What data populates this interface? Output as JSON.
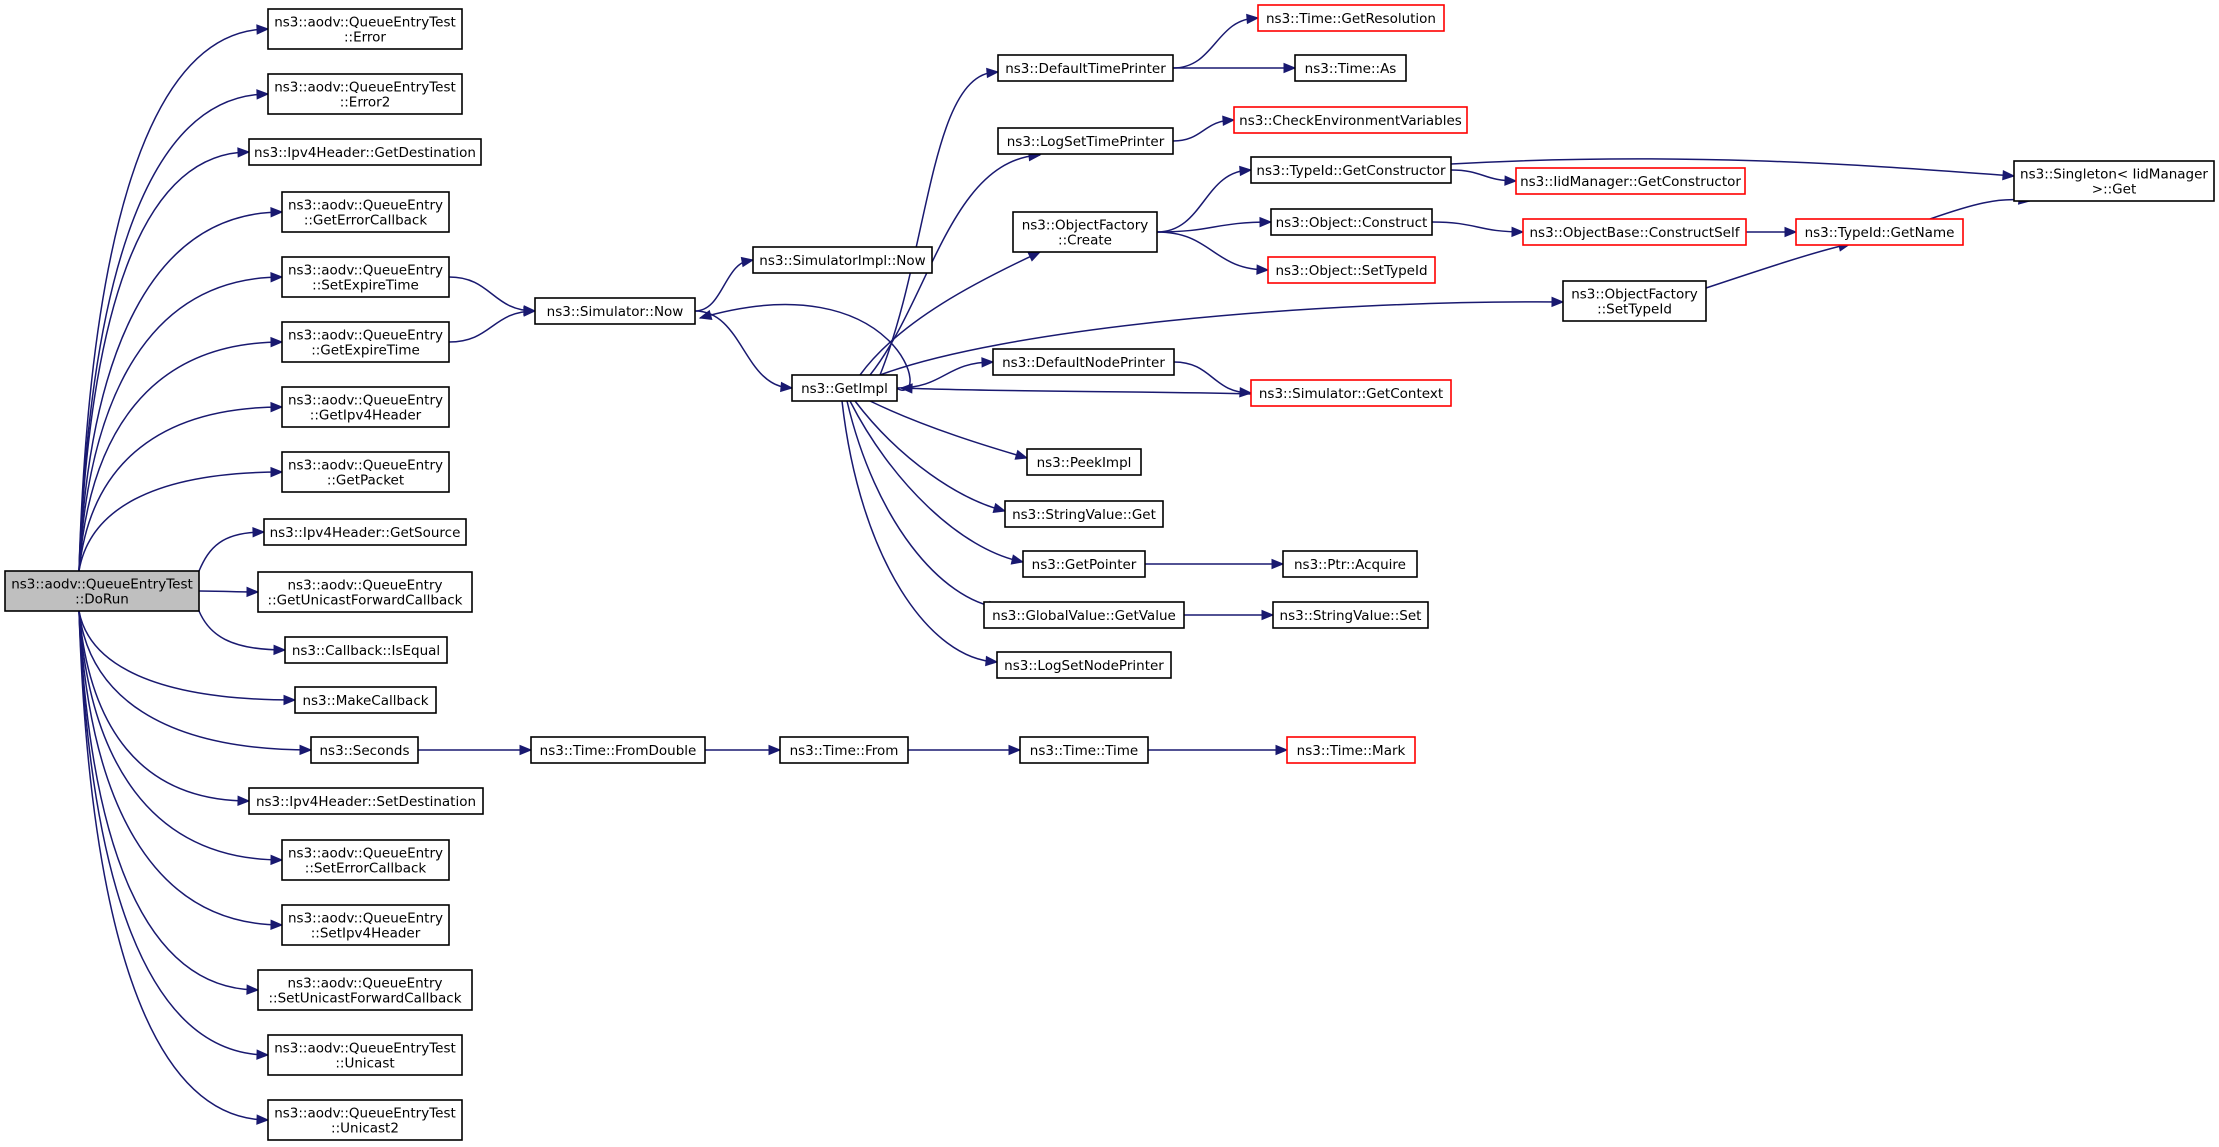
{
  "graph": {
    "edge_color": "#191970",
    "truncated_color": "#ff0000",
    "root_fill": "#bfbfbf",
    "nodes": [
      {
        "id": "dorun",
        "lines": [
          "ns3::aodv::QueueEntryTest",
          "::DoRun"
        ],
        "root": true
      },
      {
        "id": "error",
        "lines": [
          "ns3::aodv::QueueEntryTest",
          "::Error"
        ]
      },
      {
        "id": "error2",
        "lines": [
          "ns3::aodv::QueueEntryTest",
          "::Error2"
        ]
      },
      {
        "id": "ipv4getdest",
        "lines": [
          "ns3::Ipv4Header::GetDestination"
        ]
      },
      {
        "id": "geterrcb",
        "lines": [
          "ns3::aodv::QueueEntry",
          "::GetErrorCallback"
        ]
      },
      {
        "id": "setexpire",
        "lines": [
          "ns3::aodv::QueueEntry",
          "::SetExpireTime"
        ]
      },
      {
        "id": "getexpire",
        "lines": [
          "ns3::aodv::QueueEntry",
          "::GetExpireTime"
        ]
      },
      {
        "id": "getipv4hdr",
        "lines": [
          "ns3::aodv::QueueEntry",
          "::GetIpv4Header"
        ]
      },
      {
        "id": "getpacket",
        "lines": [
          "ns3::aodv::QueueEntry",
          "::GetPacket"
        ]
      },
      {
        "id": "ipv4getsrc",
        "lines": [
          "ns3::Ipv4Header::GetSource"
        ]
      },
      {
        "id": "getucb",
        "lines": [
          "ns3::aodv::QueueEntry",
          "::GetUnicastForwardCallback"
        ]
      },
      {
        "id": "isequal",
        "lines": [
          "ns3::Callback::IsEqual"
        ]
      },
      {
        "id": "makecb",
        "lines": [
          "ns3::MakeCallback"
        ]
      },
      {
        "id": "seconds",
        "lines": [
          "ns3::Seconds"
        ]
      },
      {
        "id": "ipv4setdest",
        "lines": [
          "ns3::Ipv4Header::SetDestination"
        ]
      },
      {
        "id": "seterrcb",
        "lines": [
          "ns3::aodv::QueueEntry",
          "::SetErrorCallback"
        ]
      },
      {
        "id": "setipv4hdr",
        "lines": [
          "ns3::aodv::QueueEntry",
          "::SetIpv4Header"
        ]
      },
      {
        "id": "setucb",
        "lines": [
          "ns3::aodv::QueueEntry",
          "::SetUnicastForwardCallback"
        ]
      },
      {
        "id": "unicast",
        "lines": [
          "ns3::aodv::QueueEntryTest",
          "::Unicast"
        ]
      },
      {
        "id": "unicast2",
        "lines": [
          "ns3::aodv::QueueEntryTest",
          "::Unicast2"
        ]
      },
      {
        "id": "simnow",
        "lines": [
          "ns3::Simulator::Now"
        ]
      },
      {
        "id": "simimplnow",
        "lines": [
          "ns3::SimulatorImpl::Now"
        ]
      },
      {
        "id": "getimpl",
        "lines": [
          "ns3::GetImpl"
        ]
      },
      {
        "id": "deftimeprinter",
        "lines": [
          "ns3::DefaultTimePrinter"
        ]
      },
      {
        "id": "logsettimeprinter",
        "lines": [
          "ns3::LogSetTimePrinter"
        ]
      },
      {
        "id": "objfactcreate",
        "lines": [
          "ns3::ObjectFactory",
          "::Create"
        ]
      },
      {
        "id": "defnodeprinter",
        "lines": [
          "ns3::DefaultNodePrinter"
        ]
      },
      {
        "id": "peekimpl",
        "lines": [
          "ns3::PeekImpl"
        ]
      },
      {
        "id": "strvalget",
        "lines": [
          "ns3::StringValue::Get"
        ]
      },
      {
        "id": "getpointer",
        "lines": [
          "ns3::GetPointer"
        ]
      },
      {
        "id": "gvgetvalue",
        "lines": [
          "ns3::GlobalValue::GetValue"
        ]
      },
      {
        "id": "logsetnodeprinter",
        "lines": [
          "ns3::LogSetNodePrinter"
        ]
      },
      {
        "id": "timegetres",
        "lines": [
          "ns3::Time::GetResolution"
        ],
        "truncated": true
      },
      {
        "id": "timeas",
        "lines": [
          "ns3::Time::As"
        ]
      },
      {
        "id": "checkenv",
        "lines": [
          "ns3::CheckEnvironmentVariables"
        ],
        "truncated": true
      },
      {
        "id": "typeidgetctor",
        "lines": [
          "ns3::TypeId::GetConstructor"
        ]
      },
      {
        "id": "objconstruct",
        "lines": [
          "ns3::Object::Construct"
        ]
      },
      {
        "id": "objsettypeid",
        "lines": [
          "ns3::Object::SetTypeId"
        ],
        "truncated": true
      },
      {
        "id": "objfactsettypeid",
        "lines": [
          "ns3::ObjectFactory",
          "::SetTypeId"
        ]
      },
      {
        "id": "simgetctx",
        "lines": [
          "ns3::Simulator::GetContext"
        ],
        "truncated": true
      },
      {
        "id": "ptracquire",
        "lines": [
          "ns3::Ptr::Acquire"
        ]
      },
      {
        "id": "strvalset",
        "lines": [
          "ns3::StringValue::Set"
        ]
      },
      {
        "id": "iidgetctor",
        "lines": [
          "ns3::IidManager::GetConstructor"
        ],
        "truncated": true
      },
      {
        "id": "objbaseconstructself",
        "lines": [
          "ns3::ObjectBase::ConstructSelf"
        ],
        "truncated": true
      },
      {
        "id": "typeidgetname",
        "lines": [
          "ns3::TypeId::GetName"
        ],
        "truncated": true
      },
      {
        "id": "singletonget",
        "lines": [
          "ns3::Singleton< IidManager",
          " >::Get"
        ]
      },
      {
        "id": "timefromdouble",
        "lines": [
          "ns3::Time::FromDouble"
        ]
      },
      {
        "id": "timefrom",
        "lines": [
          "ns3::Time::From"
        ]
      },
      {
        "id": "timetime",
        "lines": [
          "ns3::Time::Time"
        ]
      },
      {
        "id": "timemark",
        "lines": [
          "ns3::Time::Mark"
        ],
        "truncated": true
      }
    ],
    "edges": [
      [
        "dorun",
        "error"
      ],
      [
        "dorun",
        "error2"
      ],
      [
        "dorun",
        "ipv4getdest"
      ],
      [
        "dorun",
        "geterrcb"
      ],
      [
        "dorun",
        "setexpire"
      ],
      [
        "dorun",
        "getexpire"
      ],
      [
        "dorun",
        "getipv4hdr"
      ],
      [
        "dorun",
        "getpacket"
      ],
      [
        "dorun",
        "ipv4getsrc"
      ],
      [
        "dorun",
        "getucb"
      ],
      [
        "dorun",
        "isequal"
      ],
      [
        "dorun",
        "makecb"
      ],
      [
        "dorun",
        "seconds"
      ],
      [
        "dorun",
        "ipv4setdest"
      ],
      [
        "dorun",
        "seterrcb"
      ],
      [
        "dorun",
        "setipv4hdr"
      ],
      [
        "dorun",
        "setucb"
      ],
      [
        "dorun",
        "unicast"
      ],
      [
        "dorun",
        "unicast2"
      ],
      [
        "setexpire",
        "simnow"
      ],
      [
        "getexpire",
        "simnow"
      ],
      [
        "simnow",
        "simimplnow"
      ],
      [
        "simnow",
        "getimpl"
      ],
      [
        "getimpl",
        "deftimeprinter"
      ],
      [
        "getimpl",
        "logsettimeprinter"
      ],
      [
        "getimpl",
        "objfactcreate"
      ],
      [
        "getimpl",
        "objfactsettypeid"
      ],
      [
        "getimpl",
        "defnodeprinter"
      ],
      [
        "getimpl",
        "peekimpl"
      ],
      [
        "getimpl",
        "strvalget"
      ],
      [
        "getimpl",
        "getpointer"
      ],
      [
        "getimpl",
        "gvgetvalue"
      ],
      [
        "getimpl",
        "logsetnodeprinter"
      ],
      [
        "getimpl",
        "simnow"
      ],
      [
        "deftimeprinter",
        "timegetres"
      ],
      [
        "deftimeprinter",
        "timeas"
      ],
      [
        "logsettimeprinter",
        "checkenv"
      ],
      [
        "objfactcreate",
        "typeidgetctor"
      ],
      [
        "objfactcreate",
        "objconstruct"
      ],
      [
        "objfactcreate",
        "objsettypeid"
      ],
      [
        "typeidgetctor",
        "iidgetctor"
      ],
      [
        "typeidgetctor",
        "singletonget"
      ],
      [
        "objconstruct",
        "objbaseconstructself"
      ],
      [
        "objbaseconstructself",
        "typeidgetname"
      ],
      [
        "typeidgetname",
        "singletonget"
      ],
      [
        "objfactsettypeid",
        "typeidgetname"
      ],
      [
        "defnodeprinter",
        "simgetctx"
      ],
      [
        "simgetctx",
        "getimpl"
      ],
      [
        "getpointer",
        "ptracquire"
      ],
      [
        "gvgetvalue",
        "strvalset"
      ],
      [
        "seconds",
        "timefromdouble"
      ],
      [
        "timefromdouble",
        "timefrom"
      ],
      [
        "timefrom",
        "timetime"
      ],
      [
        "timetime",
        "timemark"
      ]
    ]
  }
}
